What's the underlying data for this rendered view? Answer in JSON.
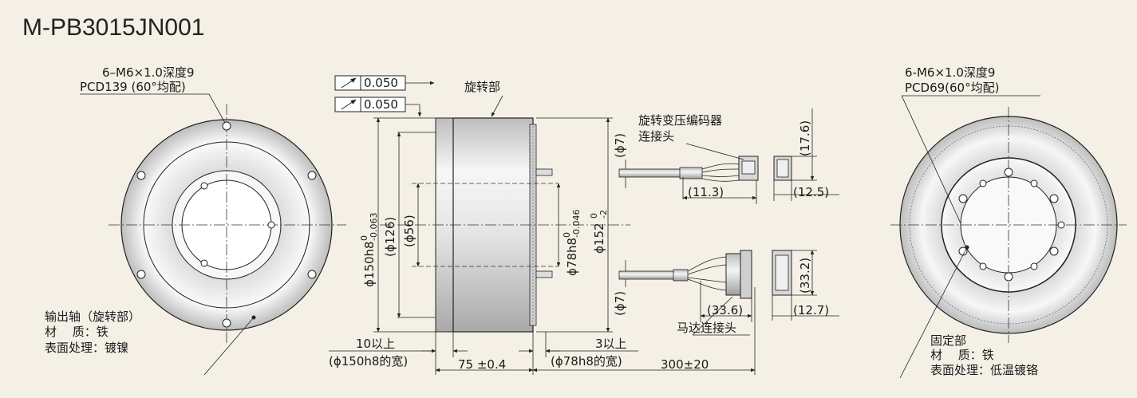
{
  "title": "M-PB3015JN001",
  "left_view": {
    "hole_spec_line1": "6–M6×1.0深度9",
    "hole_spec_line2": "PCD139 (60°均配)",
    "part_line1": "输出轴（旋转部）",
    "part_line2": "材　 质：铁",
    "part_line3": "表面处理：镀镍"
  },
  "side_view": {
    "runout_1": "0.050",
    "runout_2": "0.050",
    "rotating_part": "旋转部",
    "dia_150_main": "ϕ150h8",
    "dia_150_tol_hi": "0",
    "dia_150_tol_lo": "-0.063",
    "dia_126": "(ϕ126)",
    "dia_56": "(ϕ56)",
    "dia_78_main": "ϕ78h8",
    "dia_78_tol_hi": "0",
    "dia_78_tol_lo": "-0.046",
    "dia_152_main": "ϕ152",
    "dia_152_tol_hi": "0",
    "dia_152_tol_lo": "-2",
    "left_min_1": "10以上",
    "left_min_2": "(ϕ150h8的宽)",
    "length": "75 ±0.4",
    "right_min_1": "3以上",
    "right_min_2": "(ϕ78h8的宽)",
    "cable_length": "300±20"
  },
  "connectors": {
    "resolver_line1": "旋转变压编码器",
    "resolver_line2": "连接头",
    "cable_dia_top": "(ϕ7)",
    "dim_11_3": "(11.3)",
    "dim_17_6": "(17.6)",
    "dim_12_5": "(12.5)",
    "cable_dia_bottom": "(ϕ7)",
    "dim_33_6": "(33.6)",
    "dim_33_2": "(33.2)",
    "dim_12_7": "(12.7)",
    "motor_conn": "马达连接头"
  },
  "right_view": {
    "hole_spec_line1": "6-M6×1.0深度9",
    "hole_spec_line2": "PCD69(60°均配)",
    "part_line1": "固定部",
    "part_line2": "材　 质：铁",
    "part_line3": "表面处理：低温镀铬"
  },
  "colors": {
    "background": "#f4f0e6",
    "line": "#222222",
    "metal_light": "#f2f2f2",
    "metal_dark": "#c7c7c7"
  }
}
